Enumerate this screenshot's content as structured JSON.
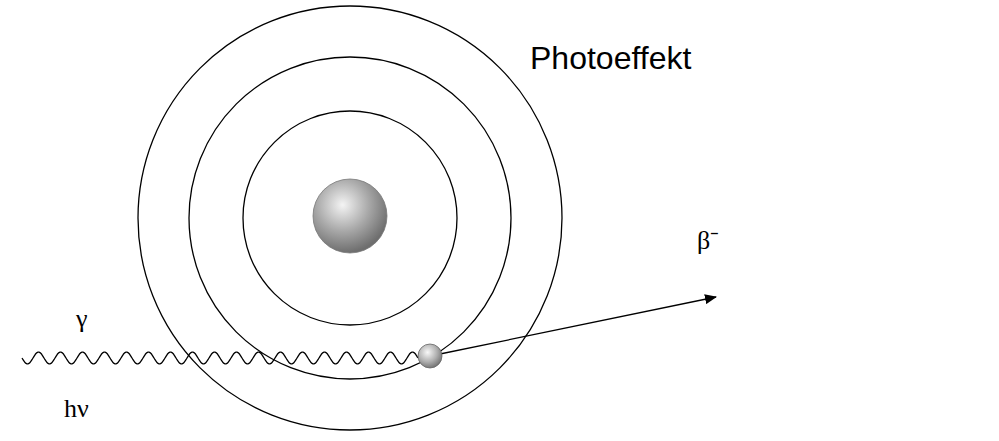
{
  "diagram": {
    "title": "Photoeffekt",
    "labels": [
      "γ",
      "hν",
      "β⁻"
    ]
  }
}
